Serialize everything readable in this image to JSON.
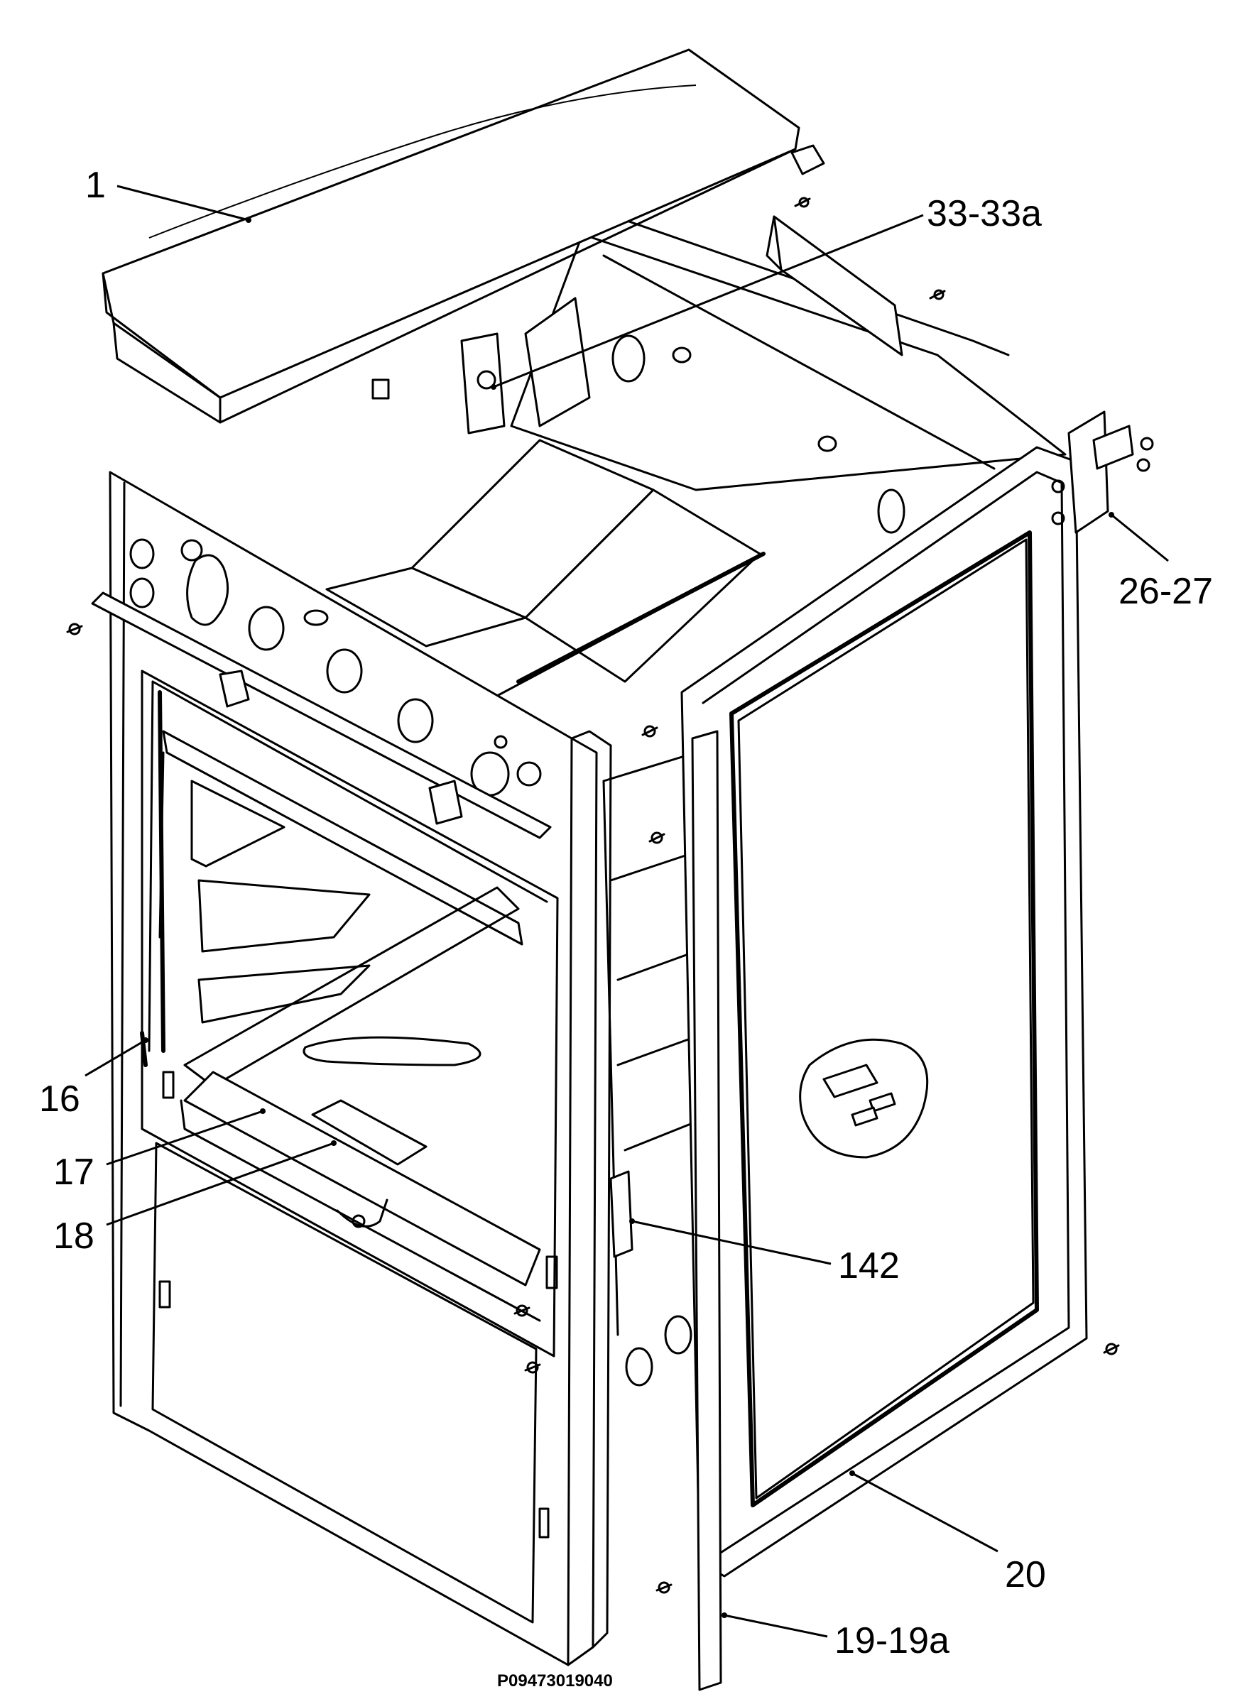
{
  "diagram": {
    "callouts": [
      {
        "id": "c1",
        "text": "1"
      },
      {
        "id": "c33",
        "text": "33-33a"
      },
      {
        "id": "c26",
        "text": "26-27"
      },
      {
        "id": "c16",
        "text": "16"
      },
      {
        "id": "c17",
        "text": "17"
      },
      {
        "id": "c18",
        "text": "18"
      },
      {
        "id": "c142",
        "text": "142"
      },
      {
        "id": "c20",
        "text": "20"
      },
      {
        "id": "c19",
        "text": "19-19a"
      }
    ],
    "drawing_code": "P09473019040"
  }
}
